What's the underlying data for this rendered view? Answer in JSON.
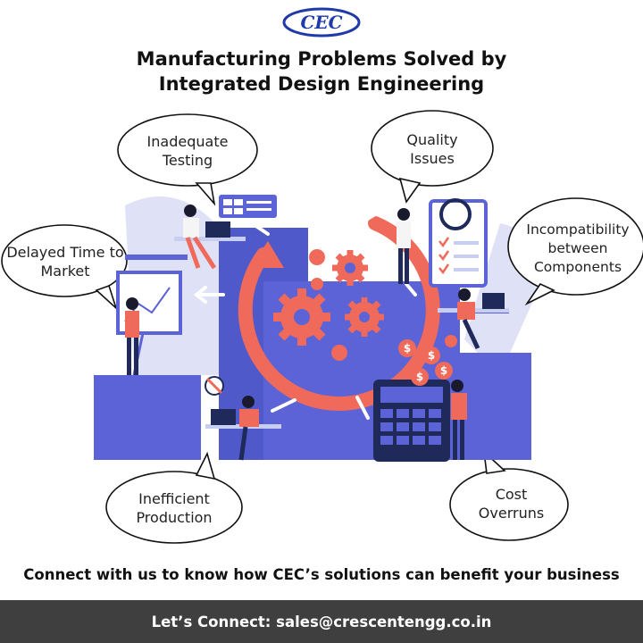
{
  "logo": {
    "text": "CEC"
  },
  "title": {
    "line1": "Manufacturing Problems Solved by",
    "line2": "Integrated Design Engineering"
  },
  "bubbles": {
    "testing": [
      "Inadequate",
      "Testing"
    ],
    "quality": [
      "Quality",
      "Issues"
    ],
    "delayed": [
      "Delayed Time to",
      "Market"
    ],
    "incompat": [
      "Incompatibility",
      "between",
      "Components"
    ],
    "inefficient": [
      "Inefficient",
      "Production"
    ],
    "cost": [
      "Cost",
      "Overruns"
    ]
  },
  "cta": "Connect with us to know how CEC’s solutions can benefit your business",
  "footer": {
    "text": "Let’s Connect: sales@crescentengg.co.in"
  },
  "colors": {
    "brand_blue": "#1f3aa8",
    "illustration_blue": "#5b63d6",
    "illustration_light": "#c8cdf2",
    "accent_coral": "#ef6a5a",
    "footer_bg": "#3f3f3f"
  },
  "icons": [
    "gear-icon",
    "cycle-arrow-icon",
    "calculator-icon",
    "dollar-coin-icon",
    "checklist-icon",
    "whiteboard-chart-icon",
    "laptop-icon"
  ]
}
